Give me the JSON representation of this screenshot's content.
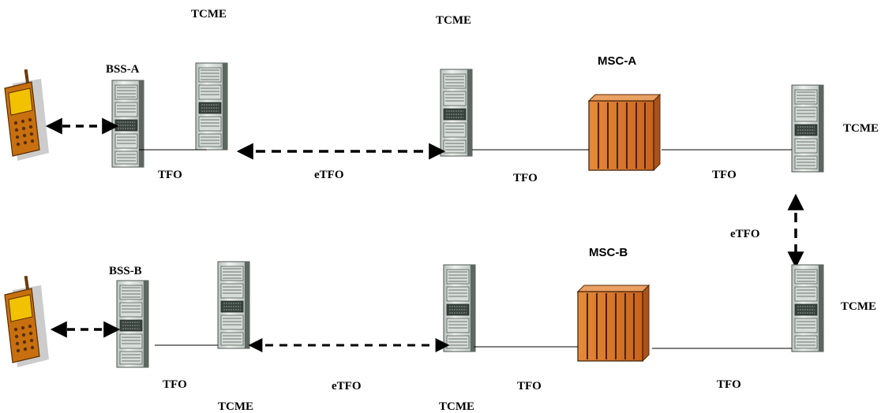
{
  "labels": {
    "tcme_top_1": "TCME",
    "tcme_top_2": "TCME",
    "bss_a": "BSS-A",
    "msc_a": "MSC-A",
    "tcme_right_1": "TCME",
    "tfo_1": "TFO",
    "etfo_1": "eTFO",
    "tfo_2": "TFO",
    "tfo_3": "TFO",
    "etfo_vertical": "eTFO",
    "msc_b": "MSC-B",
    "bss_b": "BSS-B",
    "tcme_right_2": "TCME",
    "tfo_4": "TFO",
    "etfo_2": "eTFO",
    "tfo_5": "TFO",
    "tfo_6": "TFO",
    "tcme_bottom_1": "TCME",
    "tcme_bottom_2": "TCME"
  },
  "colors": {
    "msc_fill": "#d9742a",
    "msc_dark": "#8a3b0c",
    "rack_light": "#e8ece9",
    "rack_dark": "#3c4a44",
    "phone_body": "#c8700f",
    "phone_screen": "#f2c200"
  }
}
